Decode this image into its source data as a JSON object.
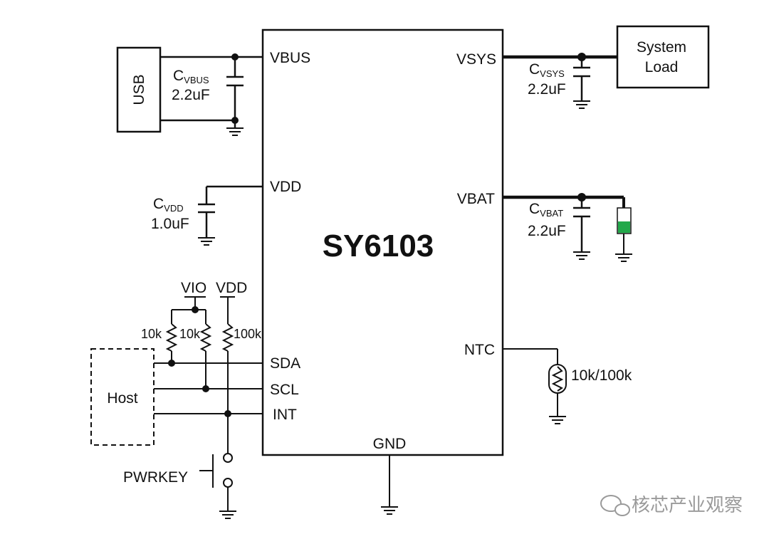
{
  "chip": {
    "name": "SY6103"
  },
  "pins": {
    "vbus": "VBUS",
    "vdd": "VDD",
    "sda": "SDA",
    "scl": "SCL",
    "int": "INT",
    "vsys": "VSYS",
    "vbat": "VBAT",
    "ntc": "NTC",
    "gnd": "GND"
  },
  "usb": {
    "label": "USB"
  },
  "system_load": {
    "line1": "System",
    "line2": "Load"
  },
  "caps": {
    "vbus": {
      "c": "C",
      "sub": "VBUS",
      "value": "2.2uF"
    },
    "vdd": {
      "c": "C",
      "sub": "VDD",
      "value": "1.0uF"
    },
    "vsys": {
      "c": "C",
      "sub": "VSYS",
      "value": "2.2uF"
    },
    "vbat": {
      "c": "C",
      "sub": "VBAT",
      "value": "2.2uF"
    }
  },
  "rails": {
    "vio": "VIO",
    "vdd": "VDD"
  },
  "resistors": {
    "r1": "10k",
    "r2": "10k",
    "r3": "100k"
  },
  "host": {
    "label": "Host"
  },
  "pwrkey": {
    "label": "PWRKEY"
  },
  "ntc": {
    "value": "10k/100k"
  },
  "battery": {
    "fill_color": "#22a84a"
  },
  "watermark": {
    "text": "核芯产业观察"
  }
}
